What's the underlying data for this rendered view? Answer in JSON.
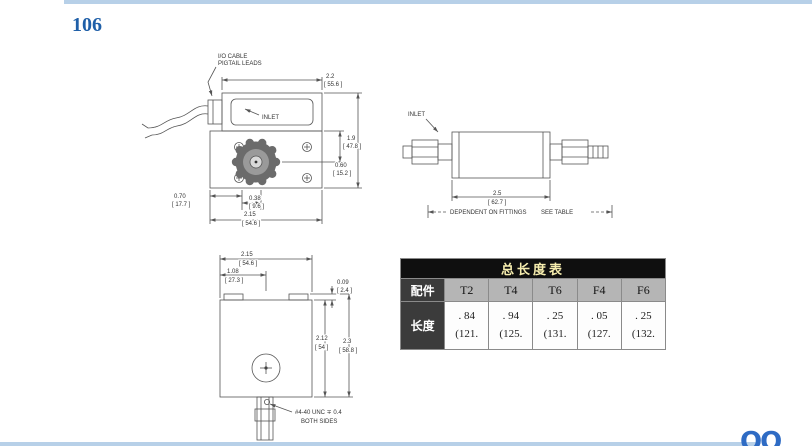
{
  "page": {
    "number": "106",
    "watermark": "QQ",
    "accent_blue": "#1f5fa8",
    "edge_bar_blue": "#b7d0e8"
  },
  "front_view": {
    "io_cable_label": [
      "I/O CABLE",
      "PIGTAIL LEADS"
    ],
    "inlet_label": "INLET",
    "dims": {
      "body_width": [
        "2.2",
        "[ 55.6 ]"
      ],
      "body_height": [
        "1.9",
        "[ 47.8 ]"
      ],
      "knob_offset_v": [
        "0.60",
        "[ 15.2 ]"
      ],
      "knob_offset_left": [
        "0.70",
        "[ 17.7 ]"
      ],
      "knob_offset_mid": [
        "0.38",
        "[ 9.6 ]"
      ],
      "overall_width": [
        "2.15",
        "[ 54.6 ]"
      ]
    }
  },
  "side_view": {
    "inlet_label": "INLET",
    "dims": {
      "body_length": [
        "2.5",
        "[ 62.7 ]"
      ]
    },
    "fitting_note": [
      "DEPENDENT ON FITTINGS",
      "SEE TABLE"
    ]
  },
  "bottom_view": {
    "dims": {
      "body_width": [
        "2.15",
        "[ 54.6 ]"
      ],
      "center_offset": [
        "1.08",
        "[ 27.3 ]"
      ],
      "foot_height": [
        "0.09",
        "[ 2.4 ]"
      ],
      "body_height": [
        "2.12",
        "[ 54 ]"
      ],
      "overall_height": [
        "2.3",
        "[ 58.8 ]"
      ]
    },
    "thread_note": [
      "#4-40 UNC ∓ 0.4",
      "BOTH SIDES"
    ]
  },
  "table": {
    "title": "总长度表",
    "fitting_row_label": "配件",
    "length_row_label": "长度",
    "columns": [
      "T2",
      "T4",
      "T6",
      "F4",
      "F6"
    ],
    "values": [
      [
        ". 84",
        "(121."
      ],
      [
        ". 94",
        "(125."
      ],
      [
        ". 25",
        "(131."
      ],
      [
        ". 05",
        "(127."
      ],
      [
        ". 25",
        "(132."
      ]
    ]
  }
}
